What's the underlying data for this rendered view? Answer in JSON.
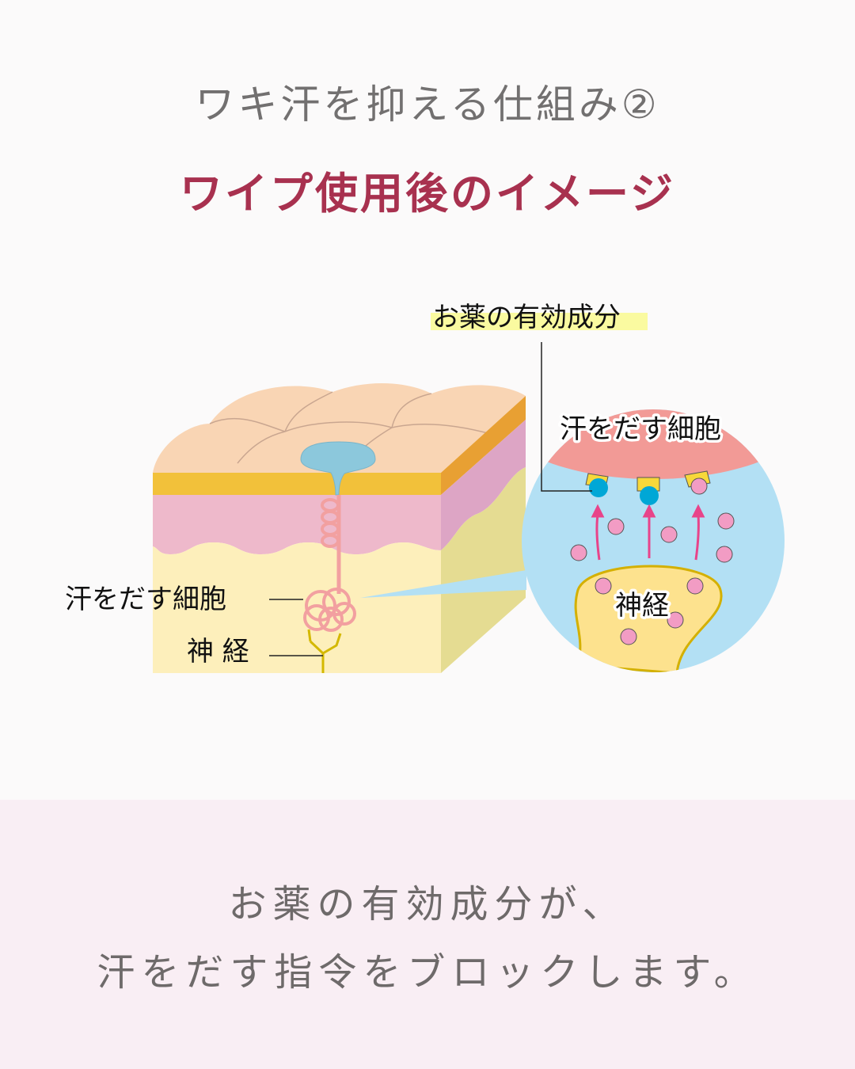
{
  "header": {
    "title": "ワキ汗を抑える仕組み②",
    "subtitle": "ワイプ使用後のイメージ"
  },
  "diagram": {
    "label_active_ingredient": "お薬の有効成分",
    "label_sweat_cell_left": "汗をだす細胞",
    "label_nerve_left": "神 経",
    "label_sweat_cell_zoom": "汗をだす細胞",
    "label_nerve_zoom": "神経",
    "colors": {
      "accent": "#a8314f",
      "highlight": "#fafaa0",
      "ingredient": "#00a7d6",
      "signal": "#f29cc4"
    }
  },
  "footer": {
    "line1": "お薬の有効成分が、",
    "line2": "汗をだす指令をブロックします。"
  }
}
